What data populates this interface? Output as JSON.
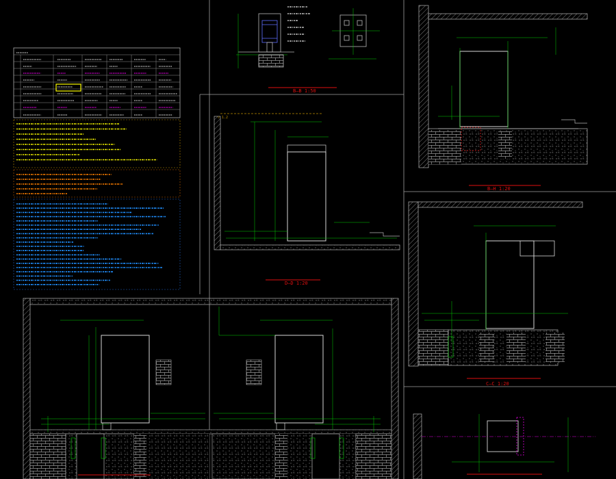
{
  "colors": {
    "background": "#000000",
    "frame": "#a0a0a0",
    "wall": "#b8b8b8",
    "dim": "#00d000",
    "title_red": "#e01010",
    "note_yellow": "#f0f000",
    "note_orange": "#ff8000",
    "note_blue": "#2090ff",
    "table_magenta": "#e000e0",
    "highlight": "#ffff00",
    "cabinet": "#d8d8d8"
  },
  "sheet": {
    "views": [
      {
        "id": "detail-top",
        "title": "",
        "scale": "B—B  1:50"
      },
      {
        "id": "section-d",
        "title": "",
        "scale": "D—D  1:20",
        "tag": ""
      },
      {
        "id": "section-b",
        "title": "",
        "scale": "B—H  1:20",
        "tag": ""
      },
      {
        "id": "section-c",
        "title": "",
        "scale": "C—C  1:20"
      },
      {
        "id": "section-main",
        "title": ""
      },
      {
        "id": "plan-bottom",
        "title": ""
      }
    ]
  }
}
